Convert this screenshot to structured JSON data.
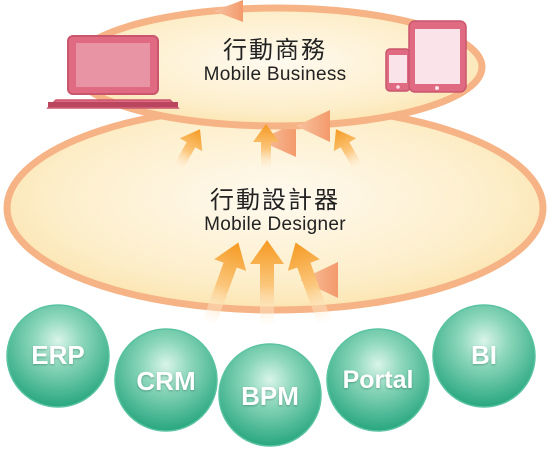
{
  "top": {
    "title_zh": "行動商務",
    "title_en": "Mobile Business"
  },
  "middle": {
    "title_zh": "行動設計器",
    "title_en": "Mobile Designer"
  },
  "systems": [
    {
      "label": "ERP"
    },
    {
      "label": "CRM"
    },
    {
      "label": "BPM"
    },
    {
      "label": "Portal"
    },
    {
      "label": "BI"
    }
  ],
  "icons": [
    "laptop-icon",
    "phone-icon",
    "tablet-icon"
  ],
  "colors": {
    "ellipse_fill": "#fde9b8",
    "ellipse_ring": "#f6b385",
    "arrow_orange": "#f7a233",
    "device_pink": "#e06a82",
    "circle_green": "#3fb793"
  }
}
